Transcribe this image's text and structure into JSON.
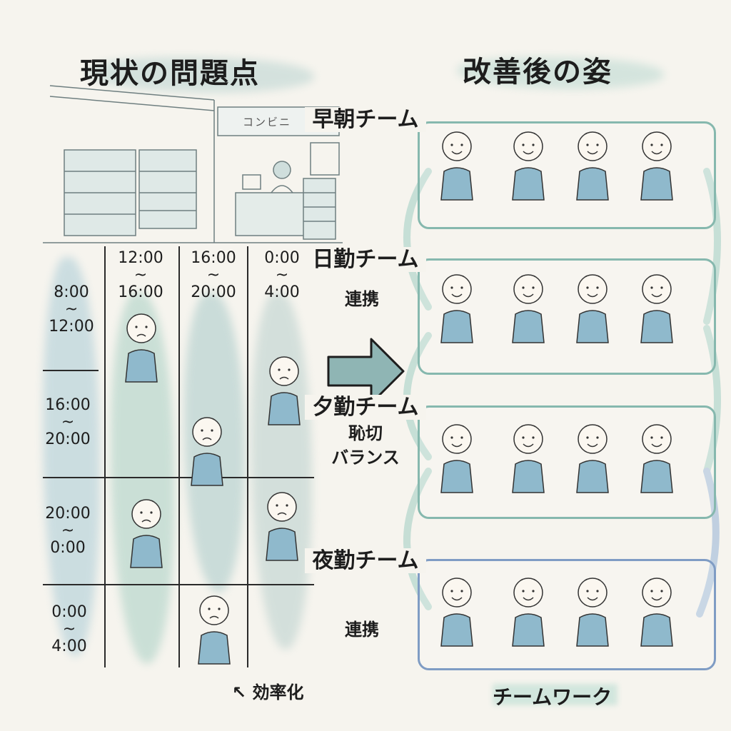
{
  "left": {
    "title": "現状の問題点",
    "store_sign": "コンビニ",
    "column_headers": [
      {
        "start": "12:00",
        "sep": "~",
        "end": "16:00"
      },
      {
        "start": "16:00",
        "sep": "~",
        "end": "20:00"
      },
      {
        "start": "0:00",
        "sep": "~",
        "end": "4:00"
      }
    ],
    "row_headers": [
      {
        "start": "8:00",
        "sep": "~",
        "end": "12:00"
      },
      {
        "start": "16:00",
        "sep": "~",
        "end": "20:00"
      },
      {
        "start": "20:00",
        "sep": "~",
        "end": "0:00"
      },
      {
        "start": "0:00",
        "sep": "~",
        "end": "4:00"
      }
    ],
    "efficiency_note": "効率化"
  },
  "middle": {
    "link_top": "連携",
    "balance_line1": "恥切",
    "balance_line2": "バランス",
    "link_bottom": "連携"
  },
  "right": {
    "title": "改善後の姿",
    "teams": [
      {
        "name": "早朝チーム"
      },
      {
        "name": "日勤チーム"
      },
      {
        "name": "夕勤チーム"
      },
      {
        "name": "夜勤チーム"
      }
    ],
    "footer": "チームワーク"
  },
  "colors": {
    "wash_teal": "#9fcdc4",
    "wash_blue": "#a9c3dc",
    "shirt": "#8fb9cc",
    "frame": "#86b8ae",
    "frame_night": "#7f9cc4"
  }
}
